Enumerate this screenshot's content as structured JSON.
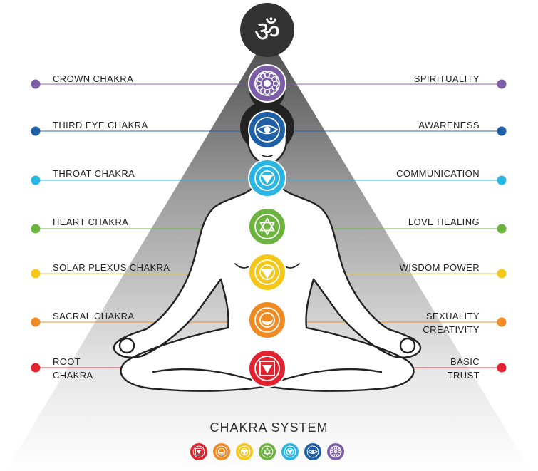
{
  "title": "CHAKRA SYSTEM",
  "chakras": [
    {
      "id": "crown",
      "name_lines": [
        "CROWN CHAKRA"
      ],
      "meaning_lines": [
        "SPIRITUALITY"
      ],
      "color": "#7b5ea7",
      "symbol": "lotus-icon"
    },
    {
      "id": "third-eye",
      "name_lines": [
        "THIRD EYE CHAKRA"
      ],
      "meaning_lines": [
        "AWARENESS"
      ],
      "color": "#1f5fa8",
      "symbol": "eye-icon"
    },
    {
      "id": "throat",
      "name_lines": [
        "THROAT CHAKRA"
      ],
      "meaning_lines": [
        "COMMUNICATION"
      ],
      "color": "#29b6e3",
      "symbol": "triangle-circle-icon"
    },
    {
      "id": "heart",
      "name_lines": [
        "HEART CHAKRA"
      ],
      "meaning_lines": [
        "LOVE HEALING"
      ],
      "color": "#6cb33f",
      "symbol": "hexagram-icon"
    },
    {
      "id": "solar-plexus",
      "name_lines": [
        "SOLAR PLEXUS CHAKRA"
      ],
      "meaning_lines": [
        "WISDOM POWER"
      ],
      "color": "#f3c81a",
      "symbol": "triangle-down-icon"
    },
    {
      "id": "sacral",
      "name_lines": [
        "SACRAL CHAKRA"
      ],
      "meaning_lines": [
        "SEXUALITY",
        "CREATIVITY"
      ],
      "color": "#f08a24",
      "symbol": "crescent-icon"
    },
    {
      "id": "root",
      "name_lines": [
        "ROOT",
        "CHAKRA"
      ],
      "meaning_lines": [
        "BASIC",
        "TRUST"
      ],
      "color": "#e2232f",
      "symbol": "square-triangle-icon"
    }
  ],
  "om": {
    "symbol": "ॐ",
    "background": "#333333"
  }
}
